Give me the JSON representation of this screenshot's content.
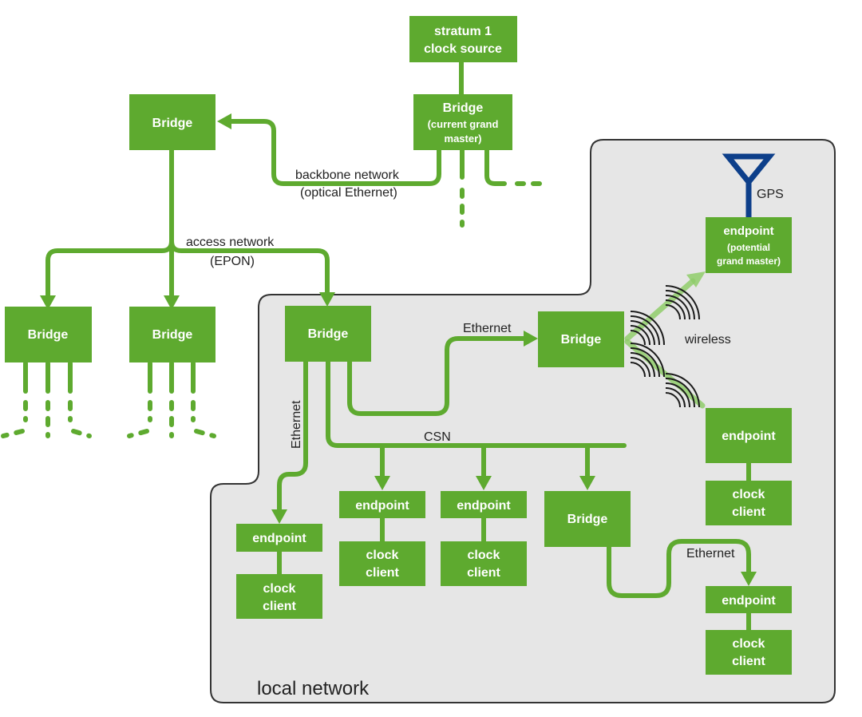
{
  "diagram": {
    "region_label": "local network",
    "colors": {
      "node": "#5eaa2f",
      "node_text": "#ffffff",
      "link": "#5eaa2f",
      "wireless_link": "#8fcc6a",
      "region_fill": "#e6e6e6",
      "region_border": "#333333",
      "antenna": "#0d3f8a"
    },
    "nodes": {
      "stratum": [
        "stratum 1",
        "clock source"
      ],
      "gm_bridge": [
        "Bridge",
        "(current grand",
        "master)"
      ],
      "top_bridge": [
        "Bridge"
      ],
      "left_bridge_1": [
        "Bridge"
      ],
      "left_bridge_2": [
        "Bridge"
      ],
      "local_bridge": [
        "Bridge"
      ],
      "wireless_bridge": [
        "Bridge"
      ],
      "csn_bridge": [
        "Bridge"
      ],
      "gps_endpoint": [
        "endpoint",
        "(potential",
        "grand master)"
      ],
      "wireless_endpoint": [
        "endpoint"
      ],
      "wireless_client": [
        "clock",
        "client"
      ],
      "eth_endpoint": [
        "endpoint"
      ],
      "eth_client": [
        "clock",
        "client"
      ],
      "csn_endpoint_1": [
        "endpoint"
      ],
      "csn_client_1": [
        "clock",
        "client"
      ],
      "csn_endpoint_2": [
        "endpoint"
      ],
      "csn_client_2": [
        "clock",
        "client"
      ],
      "br_endpoint": [
        "endpoint"
      ],
      "br_client": [
        "clock",
        "client"
      ]
    },
    "labels": {
      "backbone": [
        "backbone network",
        "(optical Ethernet)"
      ],
      "access": [
        "access network",
        "(EPON)"
      ],
      "ethernet_to_wireless_bridge": "Ethernet",
      "ethernet_vertical": "Ethernet",
      "csn": "CSN",
      "ethernet_bottom": "Ethernet",
      "wireless": "wireless",
      "gps": "GPS"
    }
  }
}
